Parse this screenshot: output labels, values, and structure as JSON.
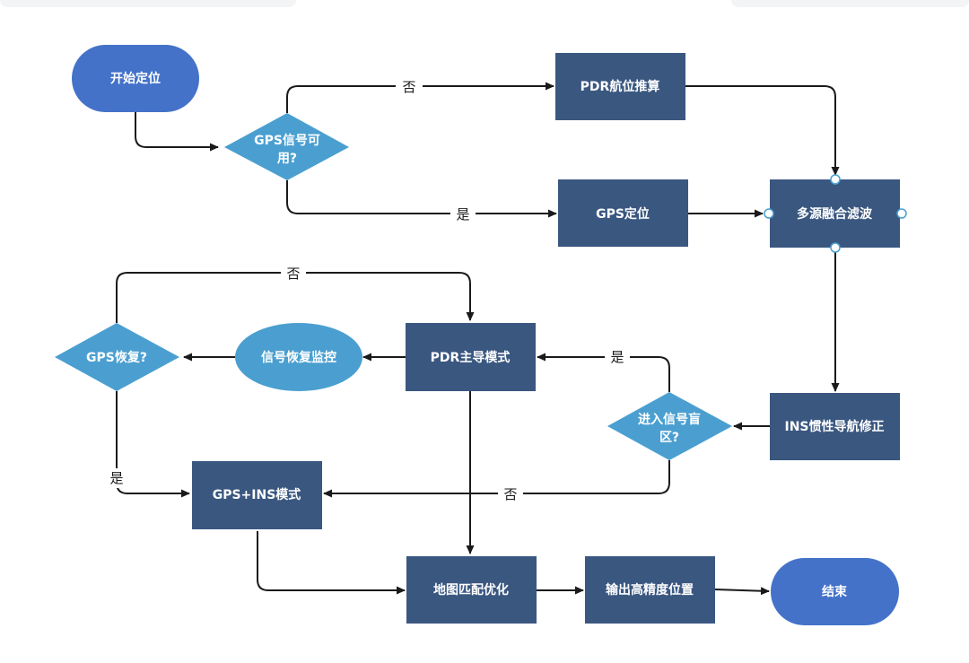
{
  "colors": {
    "start_end": "#4472C9",
    "process": "#3A5780",
    "decision": "#4A9FD0",
    "monitor": "#4A9FD0",
    "edge": "#1a1a1a",
    "background": "#ffffff"
  },
  "nodes": {
    "start": "开始定位",
    "gps_check": [
      "GPS信号可",
      "用?"
    ],
    "pdr_dead_reckoning": "PDR航位推算",
    "gps_positioning": "GPS定位",
    "fusion_filter": "多源融合滤波",
    "ins_correction": "INS惯性导航修正",
    "blind_zone_check": [
      "进入信号盲",
      "区?"
    ],
    "pdr_main_mode": "PDR主导模式",
    "signal_monitor": "信号恢复监控",
    "gps_recovered": "GPS恢复?",
    "gps_ins_mode": "GPS+INS模式",
    "map_matching": "地图匹配优化",
    "output": "输出高精度位置",
    "end": "结束"
  },
  "edge_labels": {
    "gps_no": "否",
    "gps_yes": "是",
    "recover_no": "否",
    "recover_yes": "是",
    "blind_yes": "是",
    "blind_no": "否"
  }
}
